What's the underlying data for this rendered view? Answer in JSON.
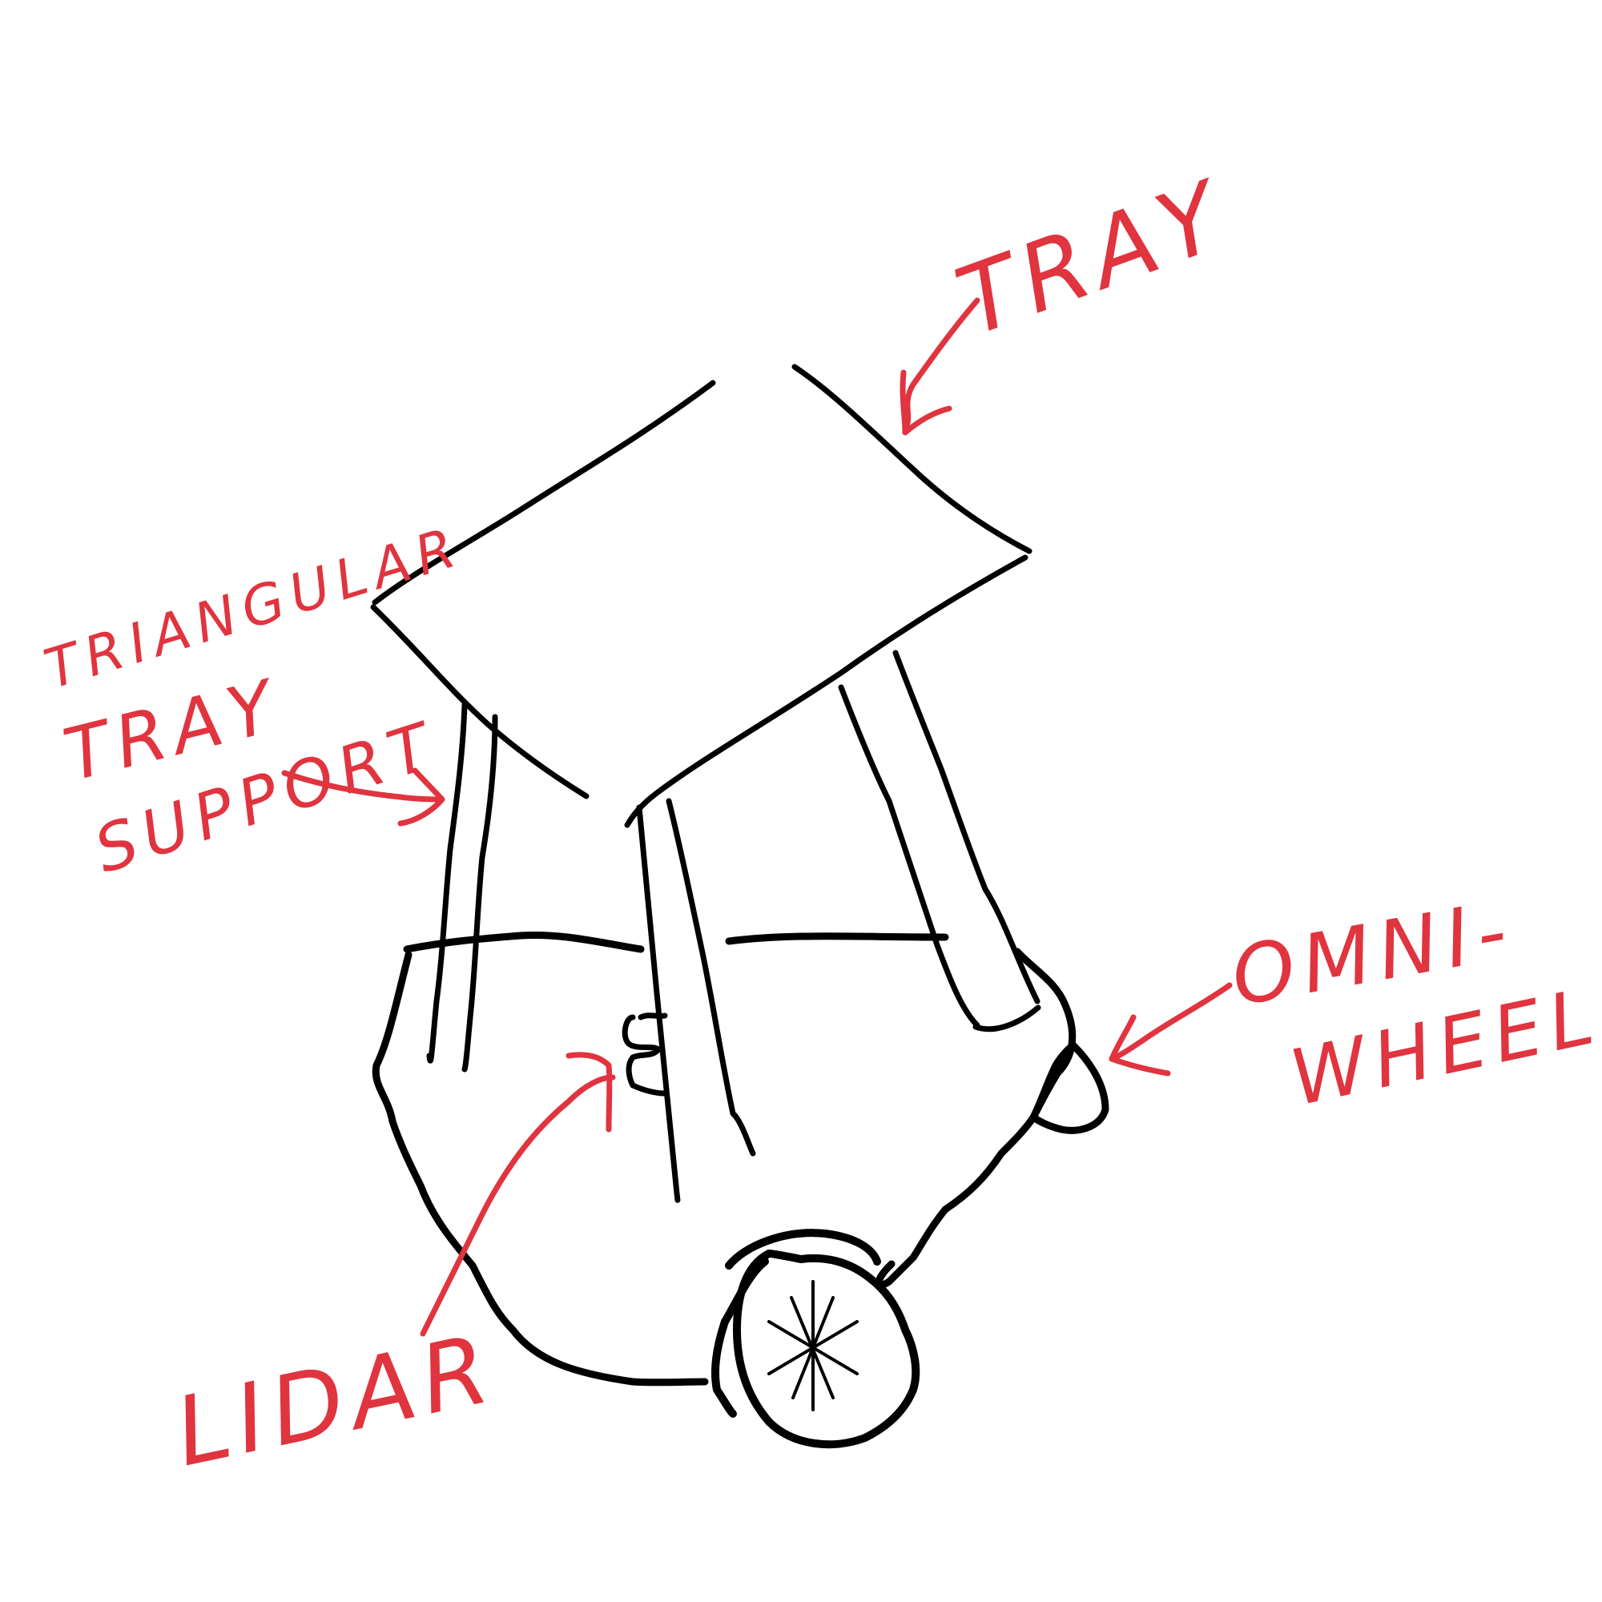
{
  "colors": {
    "ink": "#000000",
    "annotation": "#e0343f",
    "background": "#ffffff"
  },
  "labels": {
    "tray": "TRAY",
    "tray_support_line1": "TRIANGULAR",
    "tray_support_line2": "TRAY",
    "tray_support_line3": "SUPPORT",
    "omni_wheel_line1": "OMNI-",
    "omni_wheel_line2": "WHEEL",
    "lidar": "LIDAR"
  }
}
